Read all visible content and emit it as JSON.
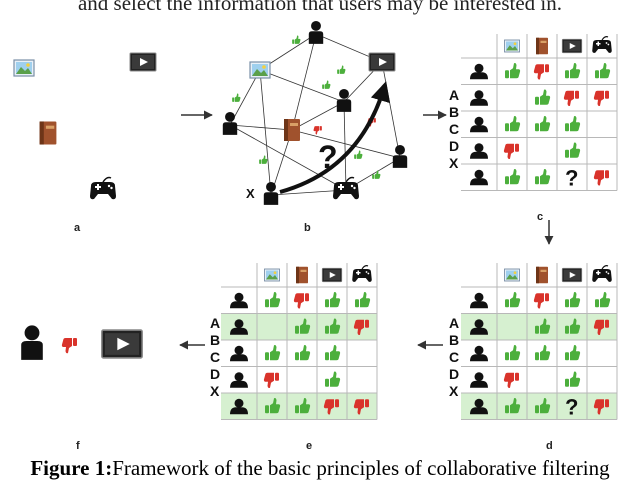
{
  "header_caption": "and select the information that users may be interested in.",
  "caption": {
    "label": "Figure 1:",
    "text": "Framework of the basic principles of collaborative filtering"
  },
  "panels": {
    "a": "a",
    "b": "b",
    "c": "c",
    "d": "d",
    "e": "e",
    "f": "f"
  },
  "panel_b": {
    "question": "?",
    "user_label": "X"
  },
  "row_labels": [
    "A",
    "B",
    "C",
    "D",
    "X"
  ],
  "items": [
    "picture-icon",
    "book-icon",
    "video-icon",
    "gamepad-icon"
  ],
  "matrix_c": [
    [
      "up",
      "down",
      "up",
      "up"
    ],
    [
      "",
      "up",
      "down",
      "down"
    ],
    [
      "up",
      "up",
      "up",
      ""
    ],
    [
      "down",
      "",
      "up",
      ""
    ],
    [
      "up",
      "up",
      "?",
      "down"
    ]
  ],
  "matrix_d": [
    [
      "up",
      "down",
      "up",
      "up"
    ],
    [
      "",
      "up",
      "up",
      "down"
    ],
    [
      "up",
      "up",
      "up",
      ""
    ],
    [
      "down",
      "",
      "up",
      ""
    ],
    [
      "up",
      "up",
      "?",
      "down"
    ]
  ],
  "matrix_e": [
    [
      "up",
      "down",
      "up",
      "up"
    ],
    [
      "",
      "up",
      "up",
      "down"
    ],
    [
      "up",
      "up",
      "up",
      ""
    ],
    [
      "down",
      "",
      "up",
      ""
    ],
    [
      "up",
      "up",
      "down",
      "down"
    ]
  ],
  "highlight_rows": [
    1,
    4
  ],
  "colors": {
    "thumb_up": "#4caf3c",
    "thumb_down": "#d9332b",
    "highlight": "#d6f0d0",
    "grid": "#b8b8b8",
    "person": "#111111"
  }
}
